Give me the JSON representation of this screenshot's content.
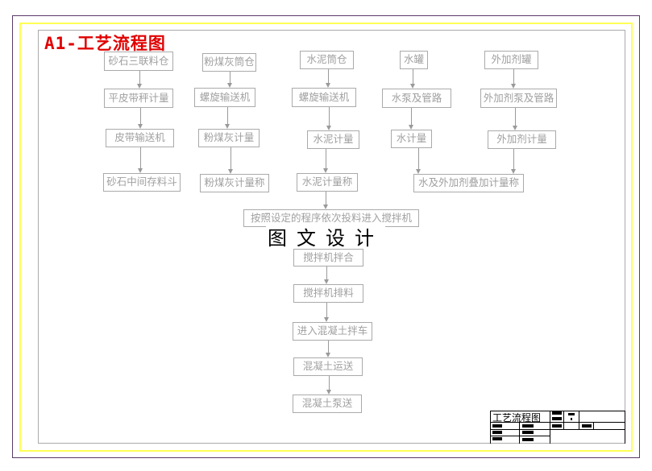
{
  "diagram": {
    "title": "A1-工艺流程图",
    "watermark": "图文设计",
    "colors": {
      "title": "#e00000",
      "box_border": "#aaaaaa",
      "box_text": "#a0a0a0",
      "frame_outer": "#5a3a6a",
      "frame_yellow": "#ffff55",
      "frame_inner": "#aaaaaa"
    },
    "columns": {
      "aggregate": [
        "砂石三联料仓",
        "平皮带秤计量",
        "皮带输送机",
        "砂石中间存料斗"
      ],
      "flyash": [
        "粉煤灰筒仓",
        "螺旋输送机",
        "粉煤灰计量",
        "粉煤灰计量称"
      ],
      "cement": [
        "水泥筒仓",
        "螺旋输送机",
        "水泥计量",
        "水泥计量称"
      ],
      "water": [
        "水罐",
        "水泵及管路",
        "水计量"
      ],
      "admixture": [
        "外加剂罐",
        "外加剂泵及管路",
        "外加剂计量"
      ]
    },
    "merge_node": "水及外加剂叠加计量称",
    "main_flow": [
      "按照设定的程序依次投料进入搅拌机",
      "搅拌机拌合",
      "搅拌机排料",
      "进入混凝土拌车",
      "混凝土运送",
      "混凝土泵送"
    ],
    "title_block": {
      "drawing_name": "工艺流程图"
    }
  }
}
